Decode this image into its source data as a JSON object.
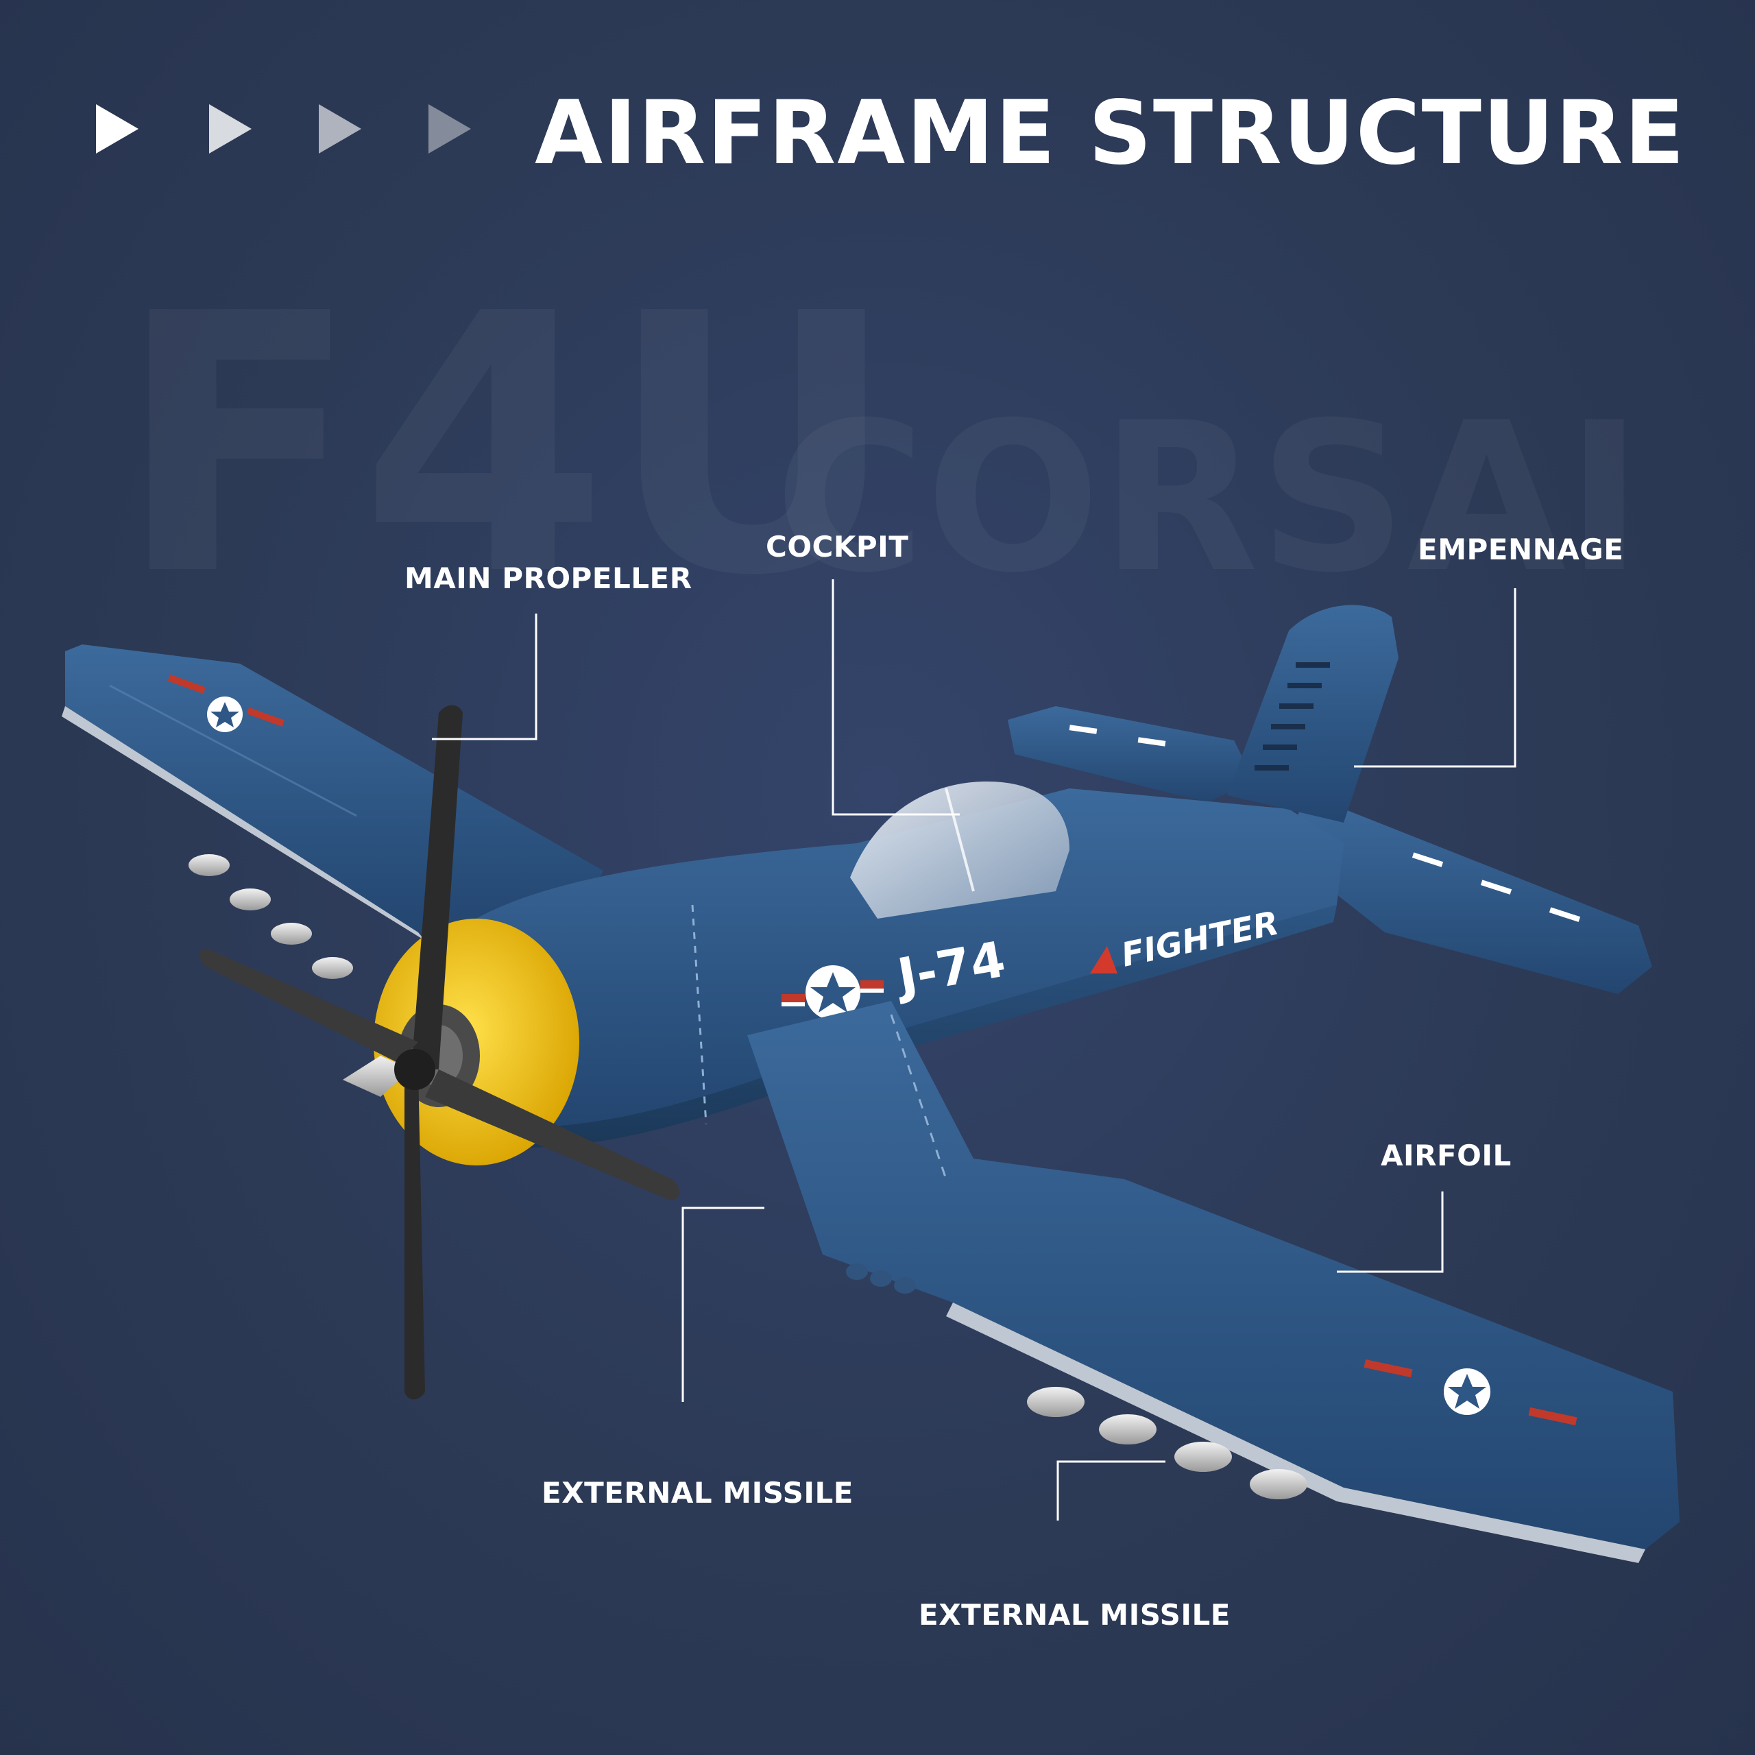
{
  "header": {
    "title": "AIRFRAME STRUCTURE"
  },
  "watermark": {
    "model": "F4U",
    "name": "CORSAIR"
  },
  "aircraft_markings": {
    "tail_number": "J-74",
    "fuselage_text": "FIGHTER"
  },
  "callouts": {
    "main_propeller": "MAIN PROPELLER",
    "cockpit": "COCKPIT",
    "empennage": "EMPENNAGE",
    "airfoil": "AIRFOIL",
    "external_missile_left": "EXTERNAL MISSILE",
    "external_missile_right": "EXTERNAL MISSILE"
  },
  "colors": {
    "background": "#2c3a56",
    "airframe_blue": "#2f5786",
    "cowling_yellow": "#f2c215",
    "propeller_black": "#2b2b2b",
    "text": "#ffffff"
  }
}
